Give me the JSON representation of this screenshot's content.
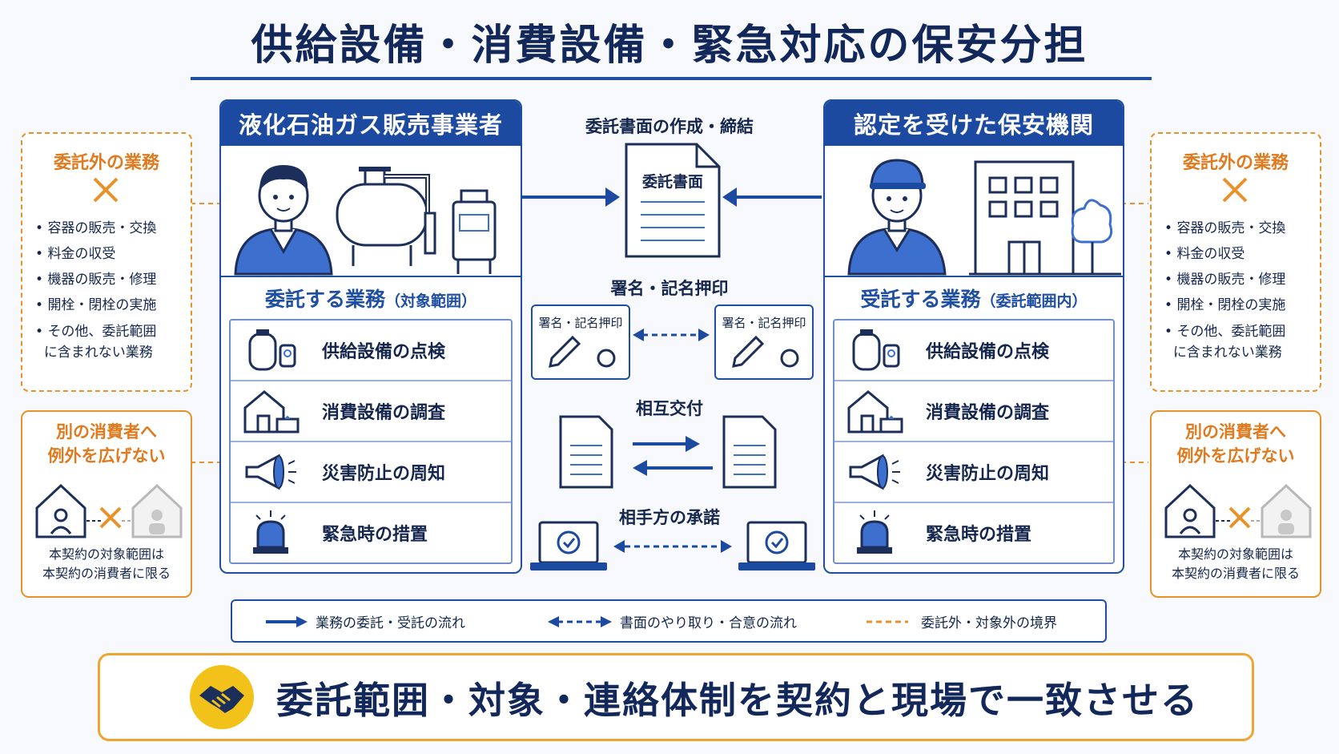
{
  "title": "供給設備・消費設備・緊急対応の保安分担",
  "left_panel": {
    "header": "液化石油ガス販売事業者",
    "section_title": "委託する業務",
    "section_sub": "（対象範囲）",
    "tasks": [
      "供給設備の点検",
      "消費設備の調査",
      "災害防止の周知",
      "緊急時の措置"
    ]
  },
  "right_panel": {
    "header": "認定を受けた保安機関",
    "section_title": "受託する業務",
    "section_sub": "（委託範囲内）",
    "tasks": [
      "供給設備の点検",
      "消費設備の調査",
      "災害防止の周知",
      "緊急時の措置"
    ]
  },
  "center": {
    "doc_label": "委託書面の作成・締結",
    "doc_title": "委託書面",
    "sign_label": "署名・記名押印",
    "sign_box_left": "署名・記名押印",
    "sign_box_right": "署名・記名押印",
    "exchange_label": "相互交付",
    "consent_label": "相手方の承諾"
  },
  "outside_box": {
    "title": "委託外の業務",
    "items": [
      "容器の販売・交換",
      "料金の収受",
      "機器の販売・修理",
      "開栓・閉栓の実施"
    ],
    "item_last_1": "その他、委託範囲",
    "item_last_2": "に含まれない業務"
  },
  "exception_box": {
    "title_1": "別の消費者へ",
    "title_2": "例外を広げない",
    "note_1": "本契約の対象範囲は",
    "note_2": "本契約の消費者に限る"
  },
  "legend": {
    "flow": "業務の委託・受託の流れ",
    "doc_flow": "書面のやり取り・合意の流れ",
    "boundary": "委託外・対象外の境界"
  },
  "bottom_message": "委託範囲・対象・連絡体制を契約と現場で一致させる",
  "colors": {
    "primary": "#1c4aa0",
    "accent": "#e9922a",
    "yellow": "#f2c21b"
  }
}
